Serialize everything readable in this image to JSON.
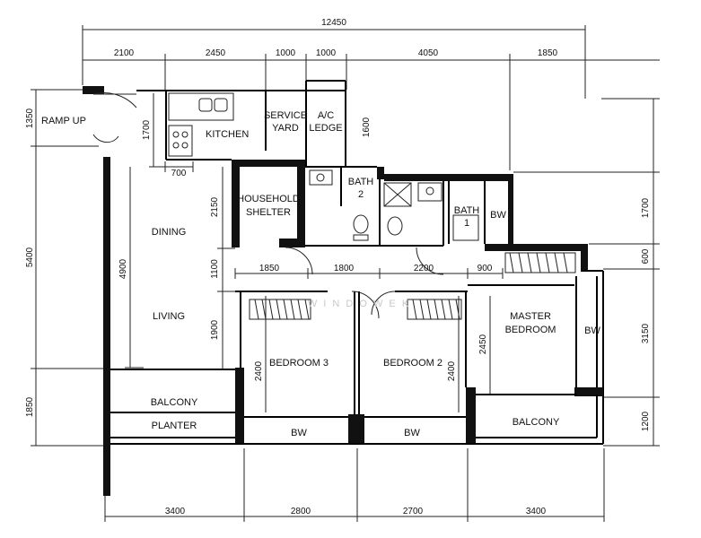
{
  "overall_width": "12450",
  "top_dims": [
    "2100",
    "2450",
    "1000",
    "1000",
    "4050",
    "1850"
  ],
  "bottom_dims": [
    "3400",
    "2800",
    "2700",
    "3400"
  ],
  "left_dims": [
    "1350",
    "5400",
    "1850"
  ],
  "right_dims": [
    "1600",
    "1700",
    "600",
    "3150",
    "1200"
  ],
  "inner_dims": {
    "d1700": "1700",
    "d700": "700",
    "d2150": "2150",
    "d1100": "1100",
    "d4900": "4900",
    "d1900": "1900",
    "d1850": "1850",
    "d1800": "1800",
    "d2200": "2200",
    "d900": "900",
    "d2400a": "2400",
    "d2400b": "2400",
    "d2450": "2450"
  },
  "rooms": {
    "ramp": "RAMP UP",
    "kitchen": "KITCHEN",
    "service1": "SERVICE",
    "service2": "YARD",
    "ac1": "A/C",
    "ac2": "LEDGE",
    "shelter1": "HOUSEHOLD",
    "shelter2": "SHELTER",
    "bath2a": "BATH",
    "bath2b": "2",
    "bath1a": "BATH",
    "bath1b": "1",
    "bw_bath1": "BW",
    "dining": "DINING",
    "living": "LIVING",
    "balcony_left": "BALCONY",
    "planter": "PLANTER",
    "bedroom3": "BEDROOM 3",
    "bedroom2": "BEDROOM 2",
    "master1": "MASTER",
    "master2": "BEDROOM",
    "bw_master": "BW",
    "bw_bed3": "BW",
    "bw_bed2": "BW",
    "balcony_right": "BALCONY"
  },
  "watermark": "W I N D O W   E K"
}
